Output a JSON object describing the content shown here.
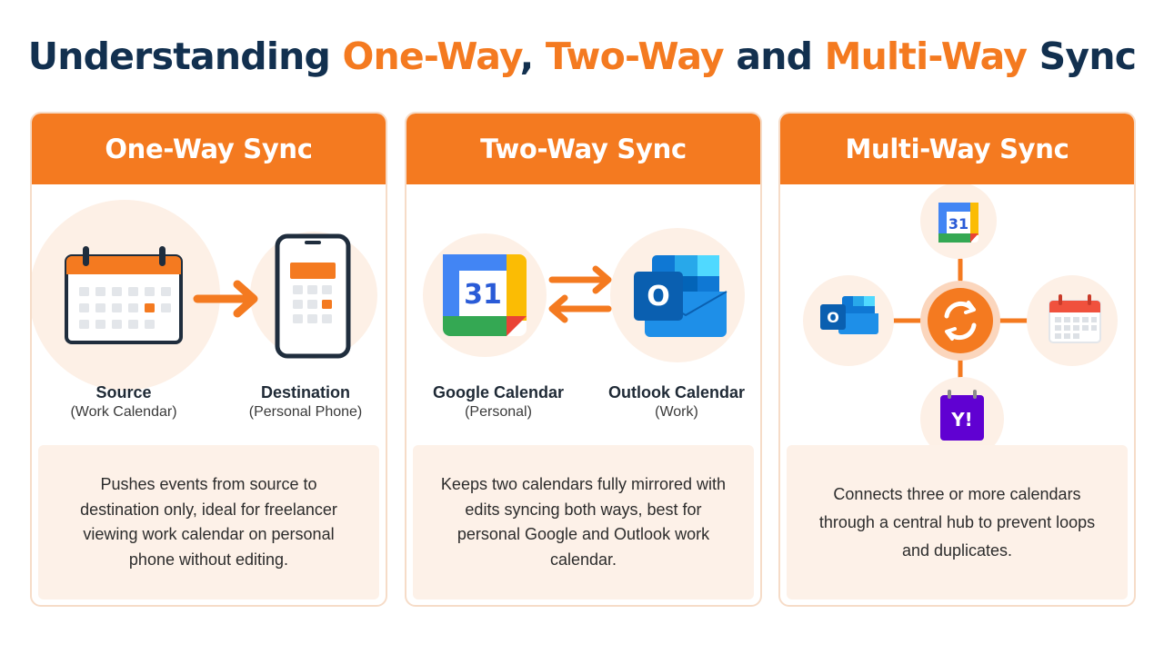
{
  "title": {
    "part1": "Understanding ",
    "part2": "One-Way",
    "part3": ", ",
    "part4": "Two-Way",
    "part5": " and ",
    "part6": "Multi-Way",
    "part7": " Sync"
  },
  "colors": {
    "accent": "#f47a20",
    "navy": "#12304f",
    "panel": "#fdf1e8"
  },
  "cards": [
    {
      "heading": "One-Way Sync",
      "source_label": "Source",
      "source_sub": "(Work Calendar)",
      "dest_label": "Destination",
      "dest_sub": "(Personal Phone)",
      "description": "Pushes events from source to destination only, ideal for freelancer viewing work calendar on personal phone without editing."
    },
    {
      "heading": "Two-Way Sync",
      "google_label": "Google Calendar",
      "google_sub": "(Personal)",
      "outlook_label": "Outlook Calendar",
      "outlook_sub": "(Work)",
      "google_icon_text": "31",
      "outlook_icon_text": "O",
      "description": "Keeps two calendars fully mirrored with edits syncing both ways, best for personal Google and Outlook work calendar."
    },
    {
      "heading": "Multi-Way Sync",
      "google_icon_text": "31",
      "outlook_icon_text": "O",
      "yahoo_icon_text": "Y!",
      "description": "Connects three or more calendars through a central hub to prevent loops and duplicates."
    }
  ]
}
